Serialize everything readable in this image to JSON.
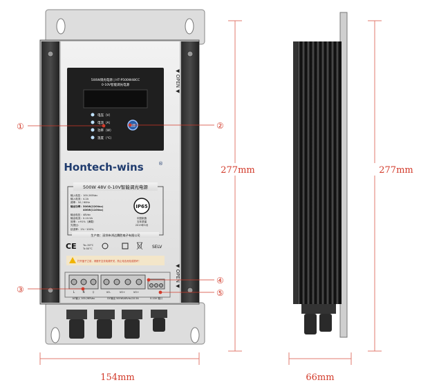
{
  "model_label": "500W调光电源 | HT-P500W48CC",
  "model_sub": "0-10V智能调光电源",
  "display_labels": [
    "电压（V）",
    "电流（A）",
    "功率（W）",
    "温度（℃）"
  ],
  "button_label": "设置",
  "brand": "Hontech-wins",
  "brand_mark": "®",
  "product_title": "500W 48V 0-10V智能调光电源",
  "specs_left": [
    "输入电压：100-265Vac",
    "输入电流：4.2A",
    "频率：50 / 60Hz",
    "输出功率：500W(220Vac)",
    "400W(110Vac)",
    "输出电压：48Vdc",
    "输出电流：0-10.5A",
    "效率：>91%（满载）",
    "光损比：",
    "纹波率：1%~100%"
  ],
  "ip_rating": "IP65",
  "made_in": [
    "中国制造",
    "五年质保",
    "2019年5月"
  ],
  "manufacturer": "生产商：深圳市鸿达腾胜电子有限公司",
  "temps": [
    "Ta:-30°C",
    "Tc:50°C"
  ],
  "selv": "SELV",
  "ce": "CE",
  "warning": "打开盖子之前，请断开交流电源开关，防止电击危险或损坏！",
  "open_label": "▼ OPEN ▼",
  "terminal_labels_ac": [
    "L",
    "N",
    "⏚"
  ],
  "terminal_group_ac": "AC输入 100-265Vac",
  "terminal_labels_dc": [
    "VO-",
    "VO+",
    "VO+"
  ],
  "terminal_group_dc": "DC输出 500W/48Vdc/10.5A",
  "terminal_group_dim": "0-10V 端口",
  "callouts": [
    "①",
    "②",
    "③",
    "④",
    "⑤"
  ],
  "dim_height_front": "277mm",
  "dim_height_side": "277mm",
  "dim_width_front": "154mm",
  "dim_width_side": "66mm"
}
